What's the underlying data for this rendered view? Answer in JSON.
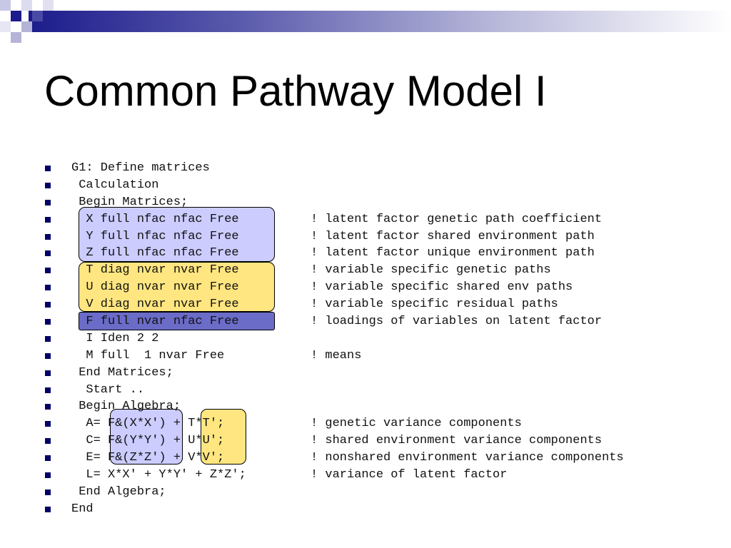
{
  "slide": {
    "title": "Common Pathway Model I",
    "colors": {
      "header_dark": "#1c1c8c",
      "bullet": "#000066",
      "highlight_blue": "#ccccff",
      "highlight_yellow": "#ffe680",
      "highlight_dark": "#6b6bc8"
    },
    "lines": [
      {
        "code": "G1: Define matrices",
        "comment": ""
      },
      {
        "code": " Calculation",
        "comment": ""
      },
      {
        "code": " Begin Matrices;",
        "comment": ""
      },
      {
        "code": "  X full nfac nfac Free",
        "comment": "! latent factor genetic path coefficient"
      },
      {
        "code": "  Y full nfac nfac Free",
        "comment": "! latent factor shared environment path"
      },
      {
        "code": "  Z full nfac nfac Free",
        "comment": "! latent factor unique environment path"
      },
      {
        "code": "  T diag nvar nvar Free",
        "comment": "! variable specific genetic paths"
      },
      {
        "code": "  U diag nvar nvar Free",
        "comment": "! variable specific shared env paths"
      },
      {
        "code": "  V diag nvar nvar Free",
        "comment": "! variable specific residual paths"
      },
      {
        "code": "  F full nvar nfac Free",
        "comment": "! loadings of variables on latent factor"
      },
      {
        "code": "  I Iden 2 2",
        "comment": ""
      },
      {
        "code": "  M full  1 nvar Free",
        "comment": "! means"
      },
      {
        "code": " End Matrices;",
        "comment": ""
      },
      {
        "code": "  Start ..",
        "comment": ""
      },
      {
        "code": " Begin Algebra;",
        "comment": ""
      },
      {
        "code": "  A= F&(X*X') + T*T';",
        "comment": "! genetic variance components"
      },
      {
        "code": "  C= F&(Y*Y') + U*U';",
        "comment": "! shared environment variance components"
      },
      {
        "code": "  E= F&(Z*Z') + V*V';",
        "comment": "! nonshared environment variance components"
      },
      {
        "code": "  L= X*X' + Y*Y' + Z*Z';",
        "comment": "! variance of latent factor"
      },
      {
        "code": " End Algebra;",
        "comment": ""
      },
      {
        "code": "End",
        "comment": ""
      }
    ]
  }
}
